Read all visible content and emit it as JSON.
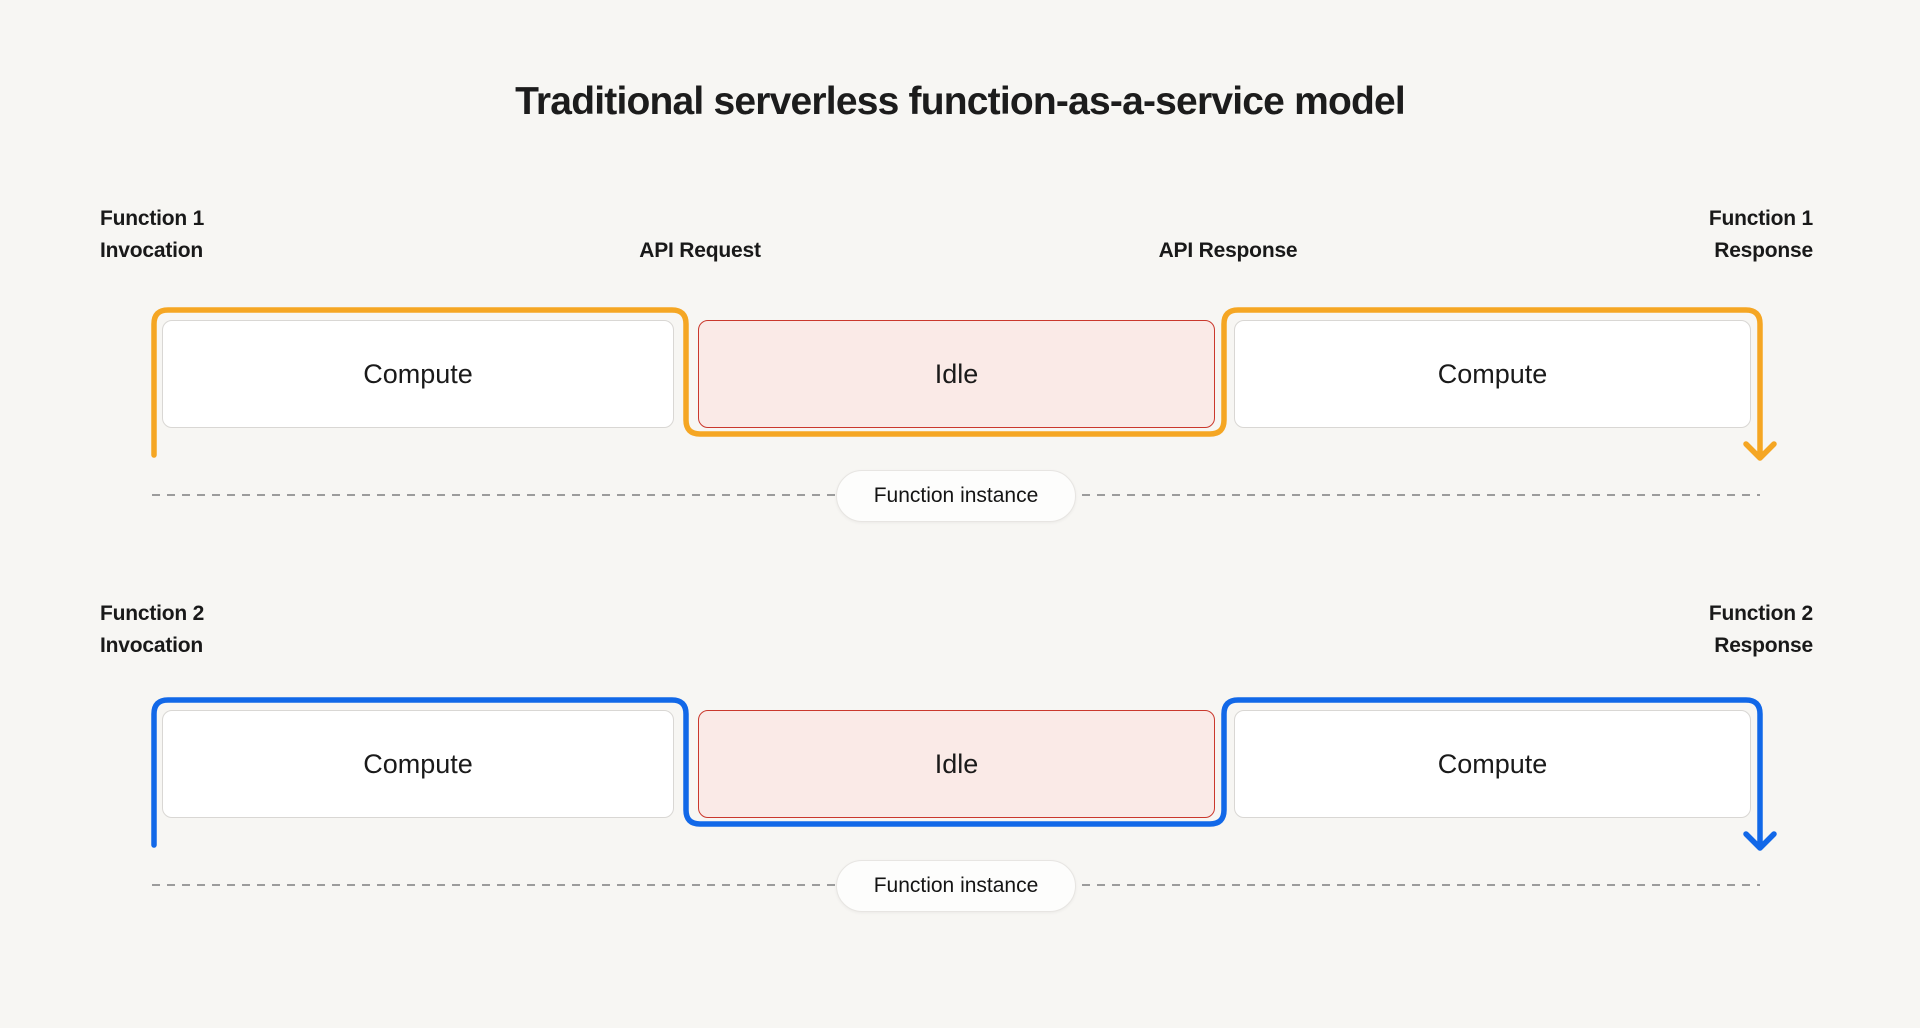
{
  "title": "Traditional serverless function-as-a-service model",
  "colors": {
    "background": "#F7F6F3",
    "function1_accent": "#F5A623",
    "function2_accent": "#1268E8",
    "idle_fill": "#FAEAE7",
    "idle_border": "#CA382D",
    "compute_fill": "#FFFFFF",
    "compute_border": "#D9D7D4",
    "dashed_line": "#9C9C9C"
  },
  "rows": [
    {
      "name": "Function 1",
      "invocation": {
        "line1": "Function 1",
        "line2": "Invocation"
      },
      "api_request": "API Request",
      "api_response": "API Response",
      "response": {
        "line1": "Function 1",
        "line2": "Response"
      },
      "segments": [
        {
          "label": "Compute",
          "type": "compute"
        },
        {
          "label": "Idle",
          "type": "idle"
        },
        {
          "label": "Compute",
          "type": "compute"
        }
      ],
      "instance_label": "Function instance"
    },
    {
      "name": "Function 2",
      "invocation": {
        "line1": "Function 2",
        "line2": "Invocation"
      },
      "response": {
        "line1": "Function 2",
        "line2": "Response"
      },
      "segments": [
        {
          "label": "Compute",
          "type": "compute"
        },
        {
          "label": "Idle",
          "type": "idle"
        },
        {
          "label": "Compute",
          "type": "compute"
        }
      ],
      "instance_label": "Function instance"
    }
  ]
}
